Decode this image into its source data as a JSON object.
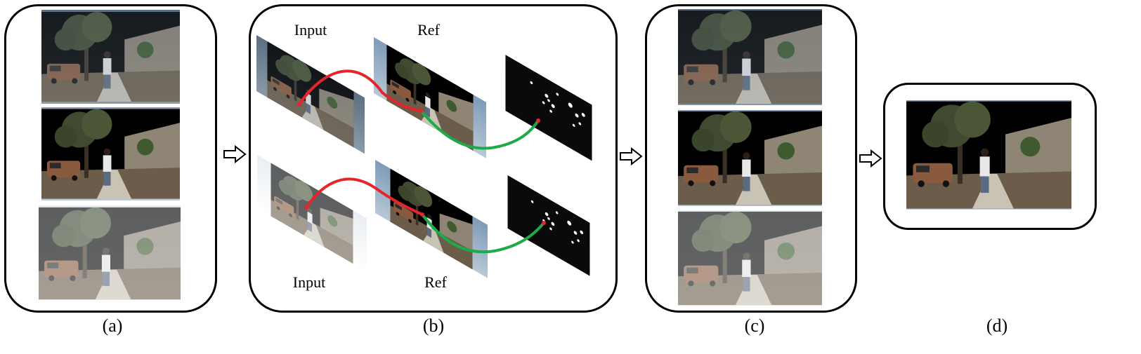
{
  "captions": {
    "a": "(a)",
    "b": "(b)",
    "c": "(c)",
    "d": "(d)"
  },
  "panel_b_labels": {
    "top_input": "Input",
    "top_ref": "Ref",
    "bottom_input": "Input",
    "bottom_ref": "Ref"
  },
  "colors": {
    "match_line_red": "#e3262b",
    "match_line_green": "#1faa4a",
    "sky": "#9db5cc",
    "ground": "#6e6454"
  },
  "panels": {
    "a": {
      "description_items": [
        "input-frame",
        "input-frame",
        "input-frame"
      ]
    },
    "c": {
      "description_items": [
        "aligned-frame",
        "aligned-frame",
        "aligned-frame"
      ]
    },
    "d": {
      "description_items": [
        "fused-output"
      ]
    }
  }
}
